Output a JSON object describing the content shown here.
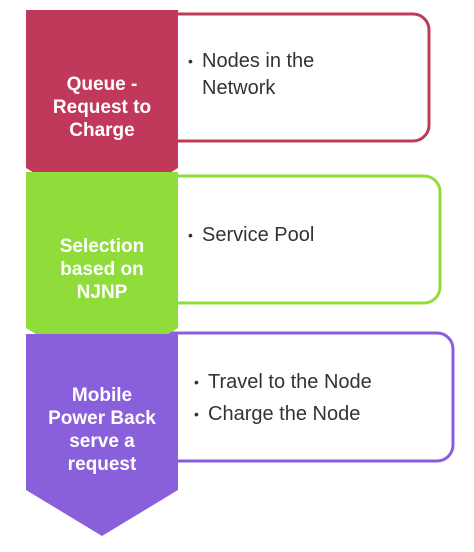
{
  "steps": [
    {
      "label_lines": [
        "Queue -",
        "Request to",
        "Charge"
      ],
      "color": "#c0395a",
      "items": [
        {
          "lines": [
            "Nodes in the",
            "Network"
          ]
        }
      ]
    },
    {
      "label_lines": [
        "Selection",
        "based on",
        "NJNP"
      ],
      "color": "#8fdc3b",
      "items": [
        {
          "lines": [
            "Service Pool"
          ]
        }
      ]
    },
    {
      "label_lines": [
        "Mobile",
        "Power Back",
        "serve a",
        "request"
      ],
      "color": "#8a5fdb",
      "items": [
        {
          "lines": [
            "Travel to the Node"
          ]
        },
        {
          "lines": [
            "Charge the Node"
          ]
        }
      ]
    }
  ],
  "bullet_symbol": "•"
}
